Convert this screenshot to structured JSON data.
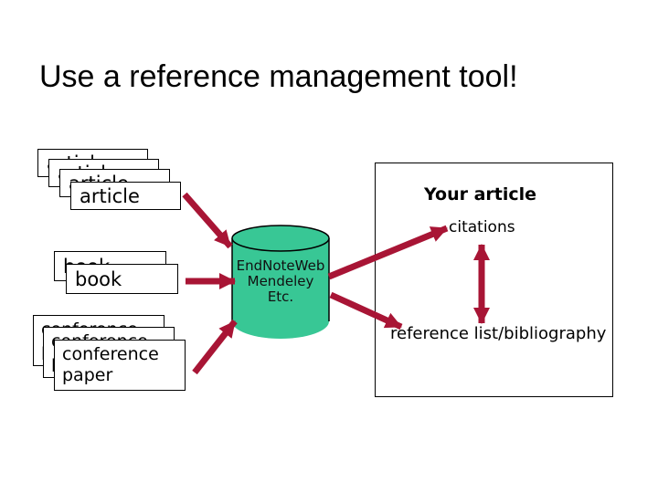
{
  "slide": {
    "title": "Use a reference management tool!"
  },
  "colors": {
    "arrow": "#A81535",
    "cylinder_fill": "#38C795",
    "outline": "#000000",
    "background": "#FFFFFF",
    "text": "#000000"
  },
  "stacks": {
    "article": {
      "label": "article",
      "copies": 4
    },
    "book": {
      "label": "book",
      "copies": 2
    },
    "conference": {
      "line1": "conference",
      "line2": "paper",
      "copies": 3
    }
  },
  "tool_cylinder": {
    "lines": [
      "EndNoteWeb",
      "Mendeley",
      "Etc."
    ]
  },
  "output_box": {
    "heading": "Your article",
    "citations_label": "citations",
    "reference_label": "reference list/bibliography"
  }
}
